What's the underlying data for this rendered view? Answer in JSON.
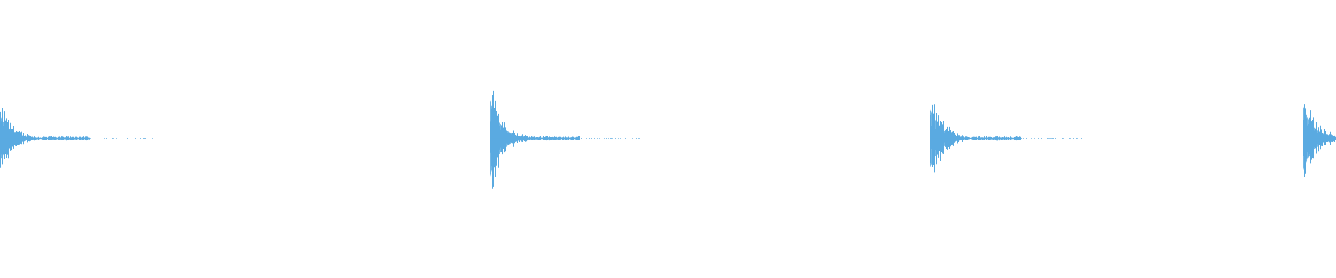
{
  "waveform": {
    "color": "#5aaae0",
    "background": "#ffffff",
    "bursts": [
      {
        "peak_amplitude": 0.62,
        "decay": 0.055,
        "clipped_at_start": true
      },
      {
        "peak_amplitude": 1.0,
        "decay": 0.055,
        "clipped_at_start": false
      },
      {
        "peak_amplitude": 0.76,
        "decay": 0.055,
        "clipped_at_start": false
      },
      {
        "peak_amplitude": 0.88,
        "decay": 0.055,
        "clipped_at_start": false
      }
    ]
  }
}
